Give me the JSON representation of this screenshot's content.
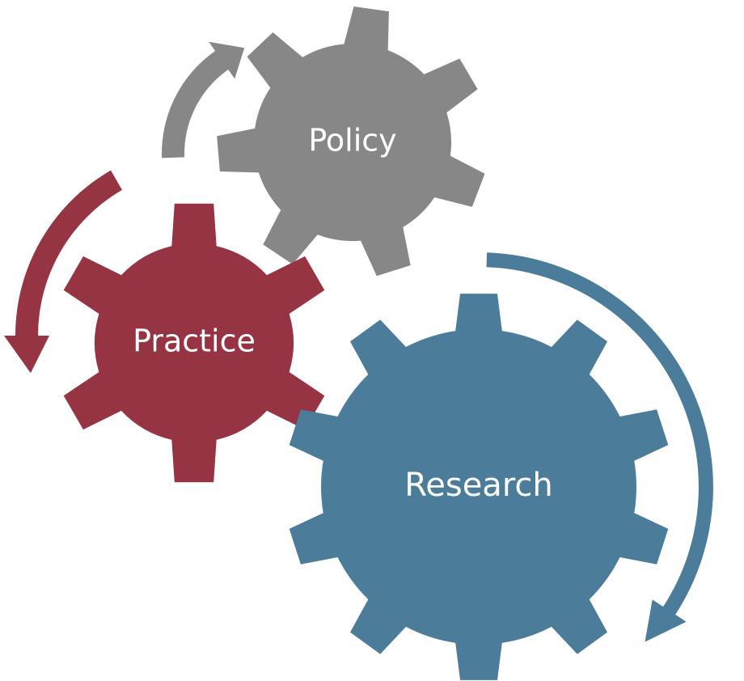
{
  "gears": {
    "policy": {
      "label": "Policy",
      "color": "#878787"
    },
    "practice": {
      "label": "Practice",
      "color": "#973444"
    },
    "research": {
      "label": "Research",
      "color": "#4b7d9b"
    }
  },
  "arrows": {
    "policy_arrow": {
      "color": "#878787"
    },
    "practice_arrow": {
      "color": "#973444"
    },
    "research_arrow": {
      "color": "#4b7d9b"
    }
  }
}
